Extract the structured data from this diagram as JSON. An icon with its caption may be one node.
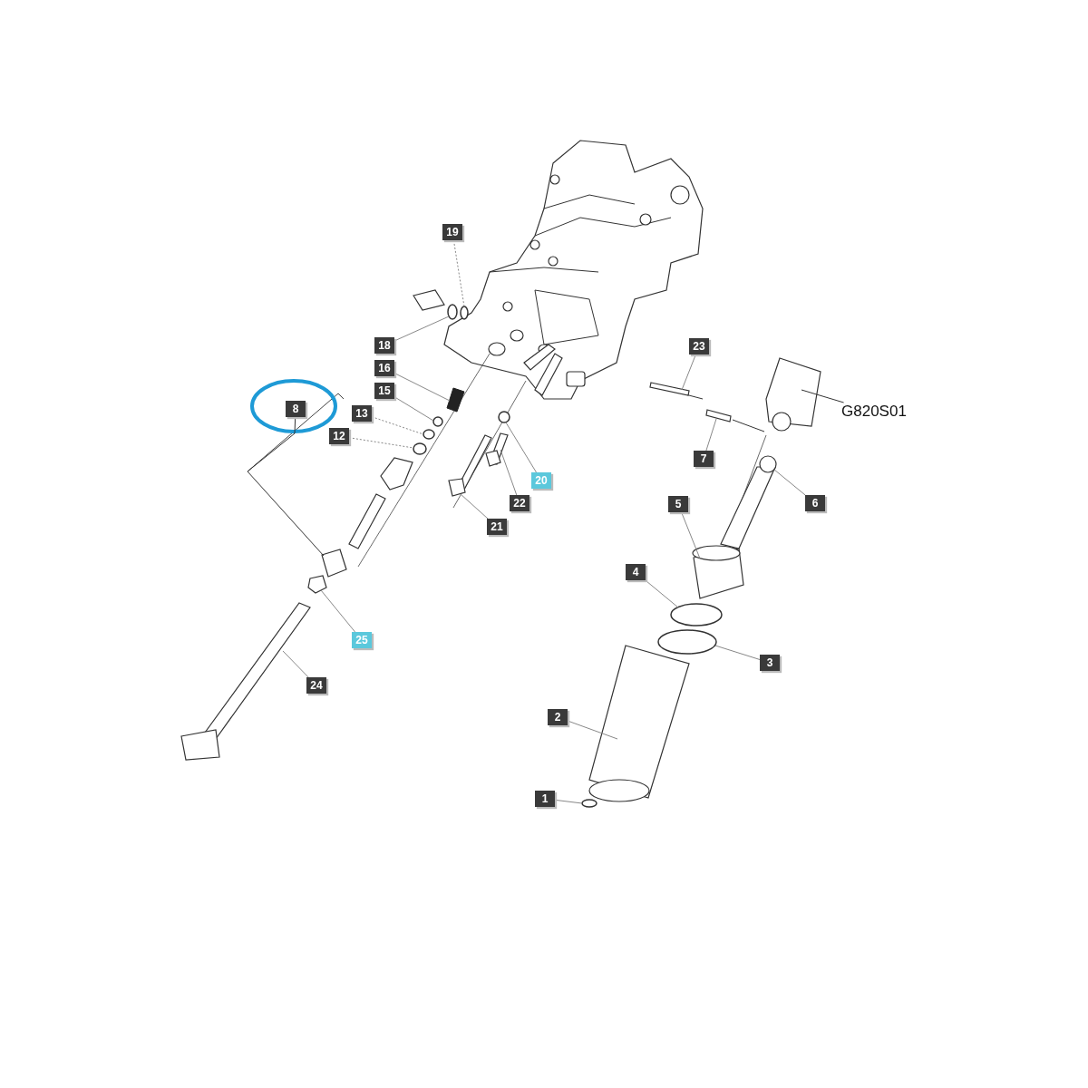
{
  "diagram": {
    "nodes": [
      {
        "text": [
          "19"
        ]
      },
      {
        "text": [
          "18"
        ]
      },
      {
        "text": [
          "16"
        ]
      },
      {
        "text": [
          "15"
        ]
      },
      {
        "text": [
          "8"
        ]
      },
      {
        "text": [
          "13"
        ]
      },
      {
        "text": [
          "12"
        ]
      },
      {
        "text": [
          "23"
        ]
      },
      {
        "text": [
          "G820S01"
        ]
      },
      {
        "text": [
          "7"
        ]
      },
      {
        "text": [
          "20"
        ]
      },
      {
        "text": [
          "22"
        ]
      },
      {
        "text": [
          "6"
        ]
      },
      {
        "text": [
          "21"
        ]
      },
      {
        "text": [
          "5"
        ]
      },
      {
        "text": [
          "4"
        ]
      },
      {
        "text": [
          "3"
        ]
      },
      {
        "text": [
          "25"
        ]
      },
      {
        "text": [
          "24"
        ]
      },
      {
        "text": [
          "2"
        ]
      },
      {
        "text": [
          "1"
        ]
      },
      {
        "text": [],
        "shape": "circle"
      },
      {
        "text": [],
        "shape": "circle"
      },
      {
        "text": [],
        "shape": "picture"
      },
      {
        "text": [],
        "shape": "circle"
      },
      {
        "text": [],
        "shape": "picture"
      },
      {
        "text": [],
        "shape": "circle"
      },
      {
        "text": [],
        "shape": "circle"
      },
      {
        "text": [],
        "shape": "box"
      },
      {
        "text": [],
        "shape": "picture"
      },
      {
        "text": [],
        "shape": "box"
      },
      {
        "text": [],
        "shape": "circle"
      },
      {
        "text": [],
        "shape": "picture"
      },
      {
        "text": [],
        "shape": "picture"
      },
      {
        "text": [],
        "shape": "picture"
      },
      {
        "text": [],
        "shape": "picture"
      },
      {
        "text": [],
        "shape": "circle"
      },
      {
        "text": [],
        "shape": "circle"
      },
      {
        "text": [],
        "shape": "picture"
      },
      {
        "text": [],
        "shape": "picture"
      },
      {
        "text": [],
        "shape": "picture"
      },
      {
        "text": [],
        "shape": "circle"
      }
    ],
    "edges": [
      {
        "from": 0,
        "to": 21,
        "arrow": "none",
        "style": "dashed"
      },
      {
        "from": 1,
        "to": 22,
        "arrow": "none"
      },
      {
        "from": 2,
        "to": 23,
        "arrow": "none"
      },
      {
        "from": 3,
        "to": 24,
        "arrow": "none"
      },
      {
        "from": 4,
        "to": 25,
        "arrow": "none"
      },
      {
        "from": 5,
        "to": 26,
        "arrow": "none",
        "style": "dashed"
      },
      {
        "from": 6,
        "to": 27,
        "arrow": "none",
        "style": "dashed"
      },
      {
        "from": 7,
        "to": 28,
        "arrow": "none"
      },
      {
        "from": 8,
        "to": 29,
        "arrow": "none"
      },
      {
        "from": 9,
        "to": 30,
        "arrow": "none"
      },
      {
        "from": 10,
        "to": 31,
        "arrow": "none"
      },
      {
        "from": 11,
        "to": 32,
        "arrow": "none"
      },
      {
        "from": 12,
        "to": 33,
        "arrow": "none"
      },
      {
        "from": 13,
        "to": 34,
        "arrow": "none"
      },
      {
        "from": 14,
        "to": 35,
        "arrow": "none"
      },
      {
        "from": 15,
        "to": 36,
        "arrow": "none"
      },
      {
        "from": 16,
        "to": 37,
        "arrow": "none"
      },
      {
        "from": 17,
        "to": 38,
        "arrow": "none"
      },
      {
        "from": 18,
        "to": 39,
        "arrow": "none"
      },
      {
        "from": 19,
        "to": 40,
        "arrow": "none"
      },
      {
        "from": 20,
        "to": 41,
        "arrow": "none"
      }
    ]
  }
}
